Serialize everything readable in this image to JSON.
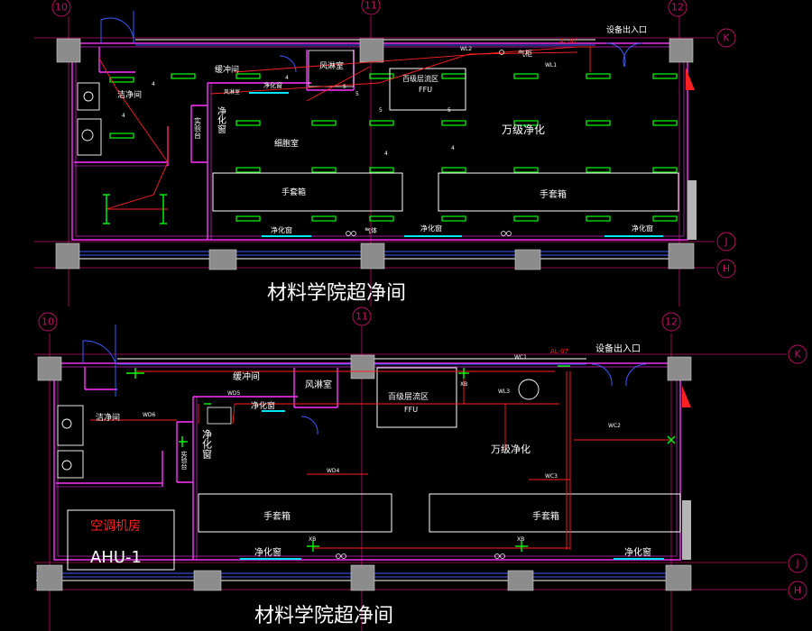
{
  "axes": {
    "c10": "10",
    "c11": "11",
    "c12": "12",
    "rK": "K",
    "rJ": "J",
    "rH": "H"
  },
  "plan1": {
    "title": "材料学院超净间",
    "rooms": {
      "clean_room": "洁净间",
      "buffer_room": "缓冲间",
      "air_shower": "风淋室",
      "ffu_zone": "百级层流区",
      "ffu": "FFU",
      "class_10k": "万级净化",
      "cell_room": "细胞室",
      "lab_table": "实验台",
      "glovebox_1": "手套箱",
      "glovebox_2": "手套箱",
      "equipment_entrance": "设备出入口",
      "gas_cabinet": "气柜",
      "purifier_vertical": "净化窗"
    },
    "windows": [
      "净化窗",
      "净化窗",
      "净化窗",
      "净化窗"
    ],
    "small_labels": [
      "气体",
      "风淋室"
    ],
    "pipe_labels": [
      "WL2",
      "WL1",
      "AL-01"
    ],
    "numbers": [
      "4",
      "4",
      "4",
      "4",
      "4",
      "5",
      "5",
      "5",
      "5"
    ]
  },
  "plan2": {
    "title": "材料学院超净间",
    "rooms": {
      "clean_room": "洁净间",
      "buffer_room": "缓冲间",
      "air_shower": "风淋室",
      "ffu_zone": "百级层流区",
      "ffu": "FFU",
      "class_10k": "万级净化",
      "glovebox_1": "手套箱",
      "glovebox_2": "手套箱",
      "equipment_entrance": "设备出入口",
      "purifier_vertical": "净化窗",
      "ahu_room": "空调机房",
      "ahu_unit": "AHU-1",
      "lab_table": "实验台"
    },
    "windows": [
      "净化窗",
      "净化窗",
      "净化窗"
    ],
    "pipe_labels": [
      "WD5",
      "WD6",
      "WD4",
      "WC1",
      "WL3",
      "WC2",
      "WC3",
      "AL-07",
      "XB",
      "XB",
      "XB"
    ]
  },
  "colors": {
    "background": "#000000",
    "axis": "#c0106a",
    "wall": "#ff33ff",
    "wall_blue": "#3a5cff",
    "light": "#00ff00",
    "wire": "#ff2020",
    "window": "#00e5ff",
    "text": "#ffffff"
  }
}
